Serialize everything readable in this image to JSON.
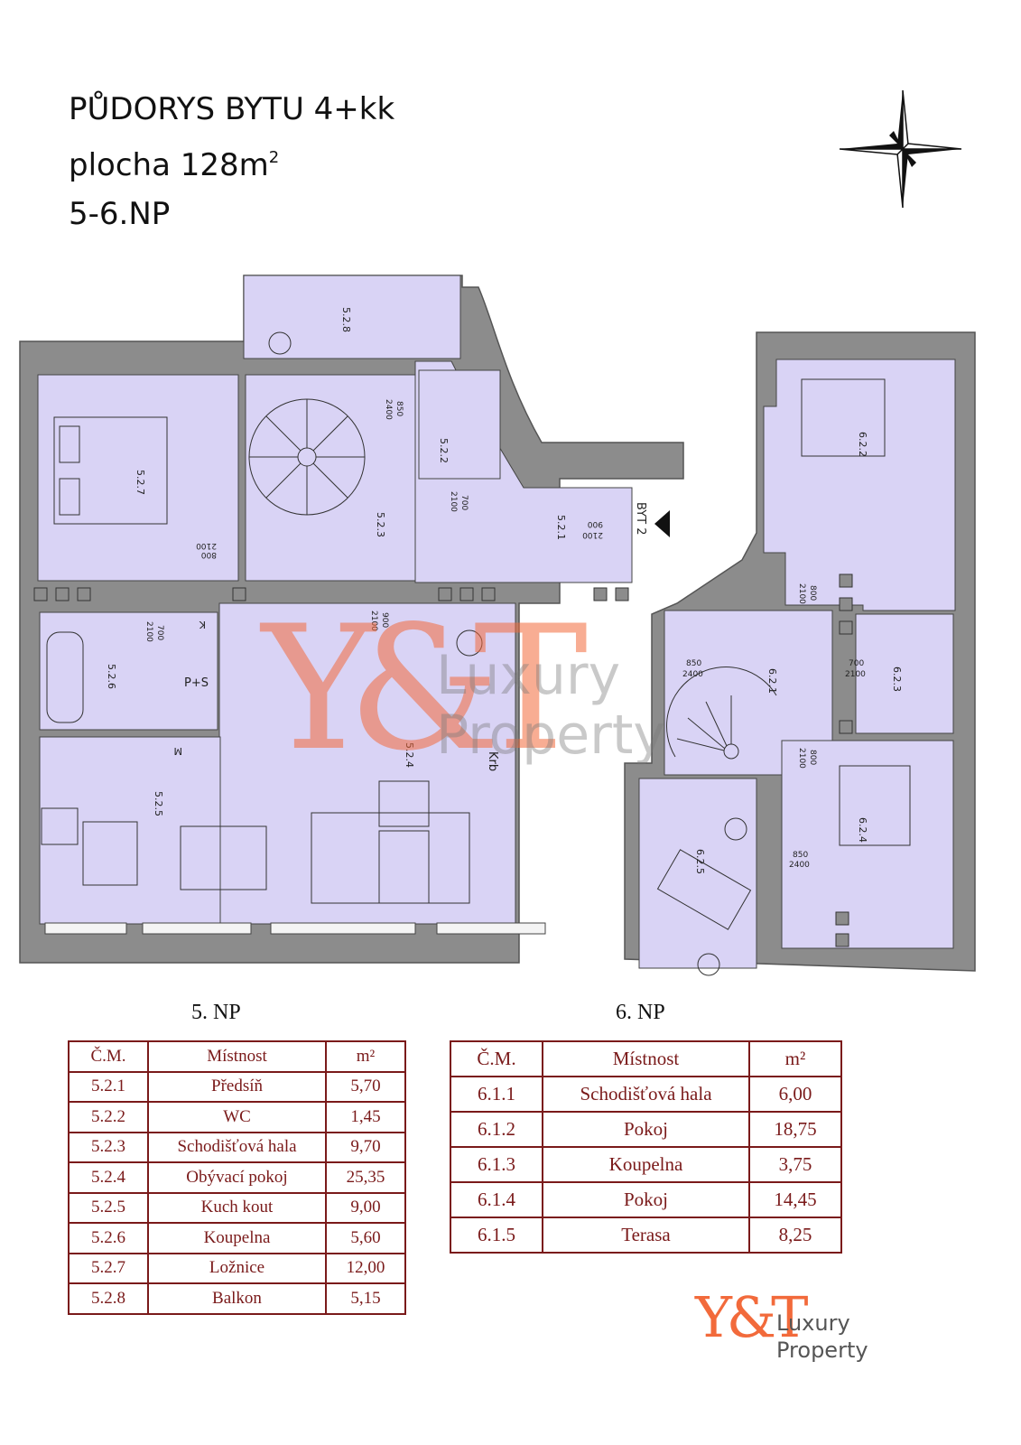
{
  "header": {
    "line1": "PŮDORYS BYTU 4+kk",
    "line2": "plocha 128m",
    "line2_sup": "2",
    "line3": "5-6.NP"
  },
  "plan5": {
    "labels": [
      "5.2.8",
      "5.2.7",
      "5.2.3",
      "5.2.2",
      "5.2.1",
      "5.2.6",
      "5.2.4",
      "5.2.5"
    ],
    "dims": [
      "850",
      "2400",
      "700",
      "2100",
      "900",
      "2100",
      "800",
      "2100",
      "700",
      "2100",
      "900",
      "2100"
    ],
    "marks": [
      "K",
      "P+S",
      "M",
      "Krb",
      "BYT 2"
    ]
  },
  "plan6": {
    "labels": [
      "6.2.2",
      "6.2.1",
      "6.2.3",
      "6.2.4",
      "6.2.5"
    ],
    "dims": [
      "800",
      "2100",
      "850",
      "2400",
      "700",
      "2100",
      "800",
      "2100",
      "850",
      "2400"
    ]
  },
  "floor5": {
    "caption": "5. NP",
    "headers": [
      "Č.M.",
      "Místnost",
      "m²"
    ],
    "rows": [
      [
        "5.2.1",
        "Předsíň",
        "5,70"
      ],
      [
        "5.2.2",
        "WC",
        "1,45"
      ],
      [
        "5.2.3",
        "Schodišťová hala",
        "9,70"
      ],
      [
        "5.2.4",
        "Obývací pokoj",
        "25,35"
      ],
      [
        "5.2.5",
        "Kuch kout",
        "9,00"
      ],
      [
        "5.2.6",
        "Koupelna",
        "5,60"
      ],
      [
        "5.2.7",
        "Ložnice",
        "12,00"
      ],
      [
        "5.2.8",
        "Balkon",
        "5,15"
      ]
    ]
  },
  "floor6": {
    "caption": "6. NP",
    "headers": [
      "Č.M.",
      "Místnost",
      "m²"
    ],
    "rows": [
      [
        "6.1.1",
        "Schodišťová hala",
        "6,00"
      ],
      [
        "6.1.2",
        "Pokoj",
        "18,75"
      ],
      [
        "6.1.3",
        "Koupelna",
        "3,75"
      ],
      [
        "6.1.4",
        "Pokoj",
        "14,45"
      ],
      [
        "6.1.5",
        "Terasa",
        "8,25"
      ]
    ]
  },
  "watermark": {
    "mark": "Y&T",
    "line1": "Luxury",
    "line2": "Property"
  },
  "logo": {
    "mark": "Y&T",
    "line1": "Luxury",
    "line2": "Property"
  },
  "colors": {
    "room": "#d9d3f5",
    "wall": "#8c8c8c",
    "table": "#7a1a1a",
    "brand": "#f26a3b"
  }
}
